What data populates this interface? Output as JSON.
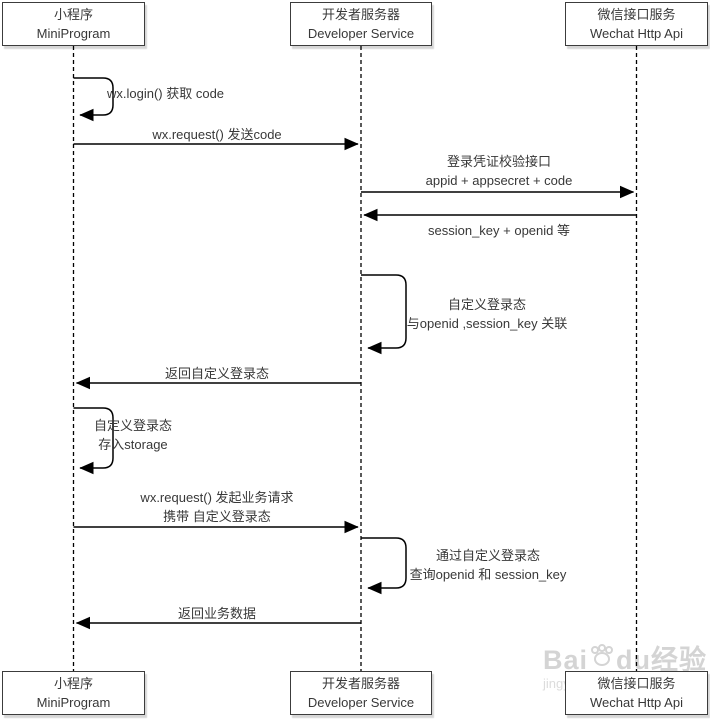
{
  "actors": {
    "miniprogram": {
      "zh": "小程序",
      "en": "MiniProgram"
    },
    "developer": {
      "zh": "开发者服务器",
      "en": "Developer Service"
    },
    "wechat": {
      "zh": "微信接口服务",
      "en": "Wechat Http Api"
    }
  },
  "messages": {
    "login_self": {
      "line1": "wx.login() 获取 code"
    },
    "send_code": {
      "line1": "wx.request() 发送code"
    },
    "verify": {
      "line1": "登录凭证校验接口",
      "line2": "appid + appsecret + code"
    },
    "session_return": {
      "line1": "session_key + openid 等"
    },
    "custom_state": {
      "line1": "自定义登录态",
      "line2": "与openid ,session_key 关联"
    },
    "return_state": {
      "line1": "返回自定义登录态"
    },
    "store_state": {
      "line1": "自定义登录态",
      "line2": "存入storage"
    },
    "biz_request": {
      "line1": "wx.request() 发起业务请求",
      "line2": "携带 自定义登录态"
    },
    "query_state": {
      "line1": "通过自定义登录态",
      "line2": "查询openid 和 session_key"
    },
    "return_data": {
      "line1": "返回业务数据"
    }
  },
  "watermark": {
    "brand_left": "Bai",
    "brand_right": "du",
    "brand_suffix": "经验",
    "site": "jingyan.baidu.com"
  },
  "colors": {
    "line": "#000000",
    "text": "#383838",
    "box_border": "#3c3c3c",
    "watermark": "#d4d4d4"
  }
}
